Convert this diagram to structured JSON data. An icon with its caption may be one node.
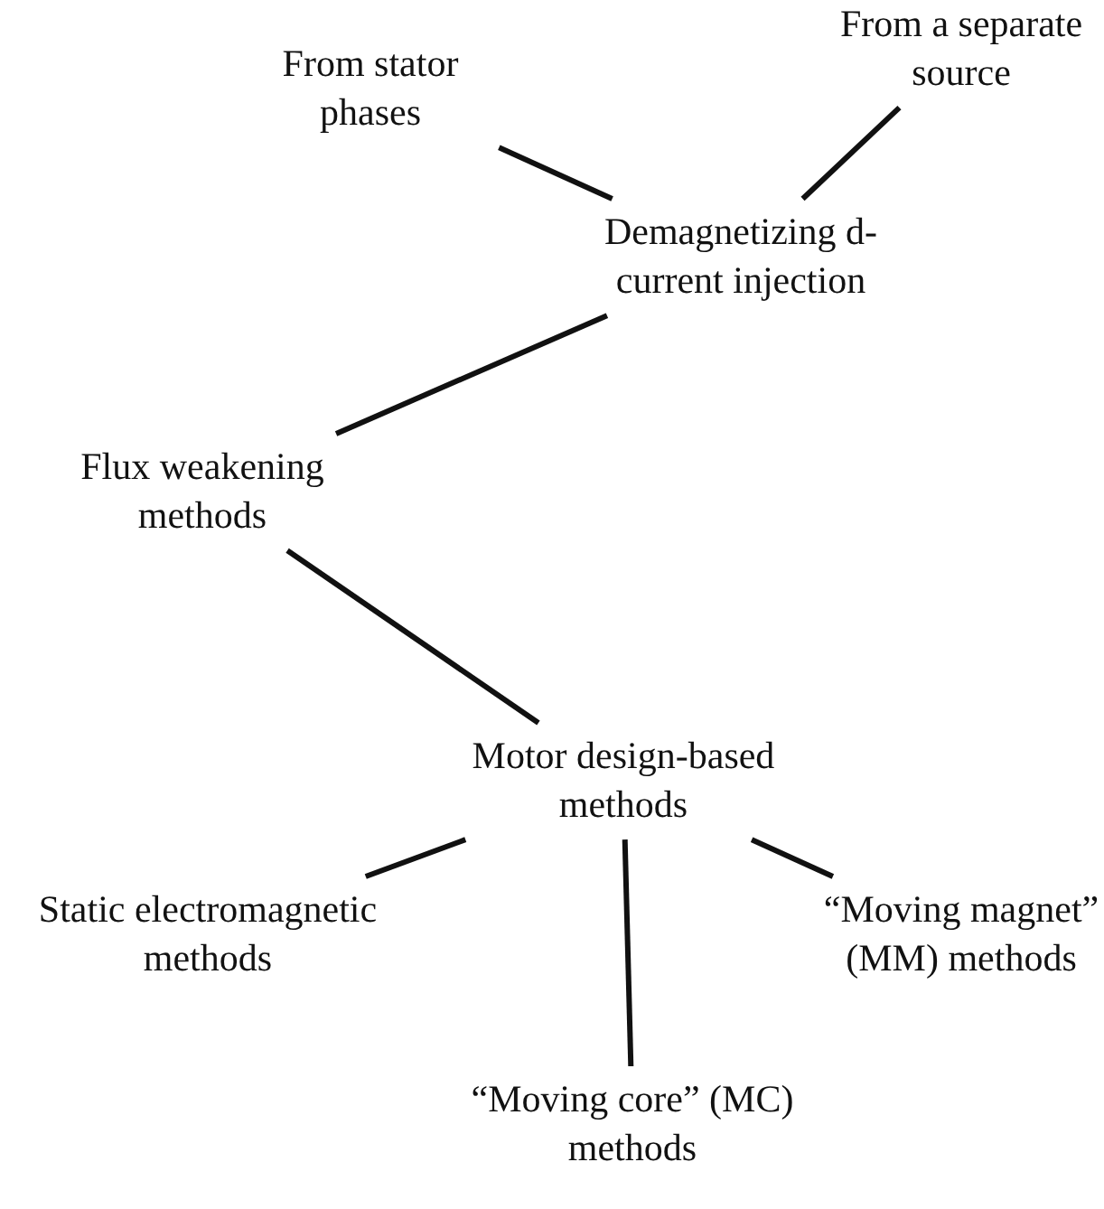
{
  "diagram": {
    "nodes": [
      {
        "text": [
          "From stator phases"
        ]
      },
      {
        "text": [
          "From a separate source"
        ]
      },
      {
        "text": [
          "Demagnetizing d-current injection"
        ]
      },
      {
        "text": [
          "Flux weakening methods"
        ]
      },
      {
        "text": [
          "Motor design-based methods"
        ]
      },
      {
        "text": [
          "Static electromagnetic methods"
        ]
      },
      {
        "text": [
          "“Moving magnet” (MM) methods"
        ]
      },
      {
        "text": [
          "“Moving core” (MC) methods"
        ]
      }
    ],
    "edges": [
      {
        "from": 0,
        "to": 2,
        "arrow": "none"
      },
      {
        "from": 1,
        "to": 2,
        "arrow": "none"
      },
      {
        "from": 2,
        "to": 3,
        "arrow": "none"
      },
      {
        "from": 3,
        "to": 4,
        "arrow": "none"
      },
      {
        "from": 4,
        "to": 5,
        "arrow": "none"
      },
      {
        "from": 4,
        "to": 7,
        "arrow": "none"
      },
      {
        "from": 4,
        "to": 6,
        "arrow": "none"
      }
    ]
  }
}
